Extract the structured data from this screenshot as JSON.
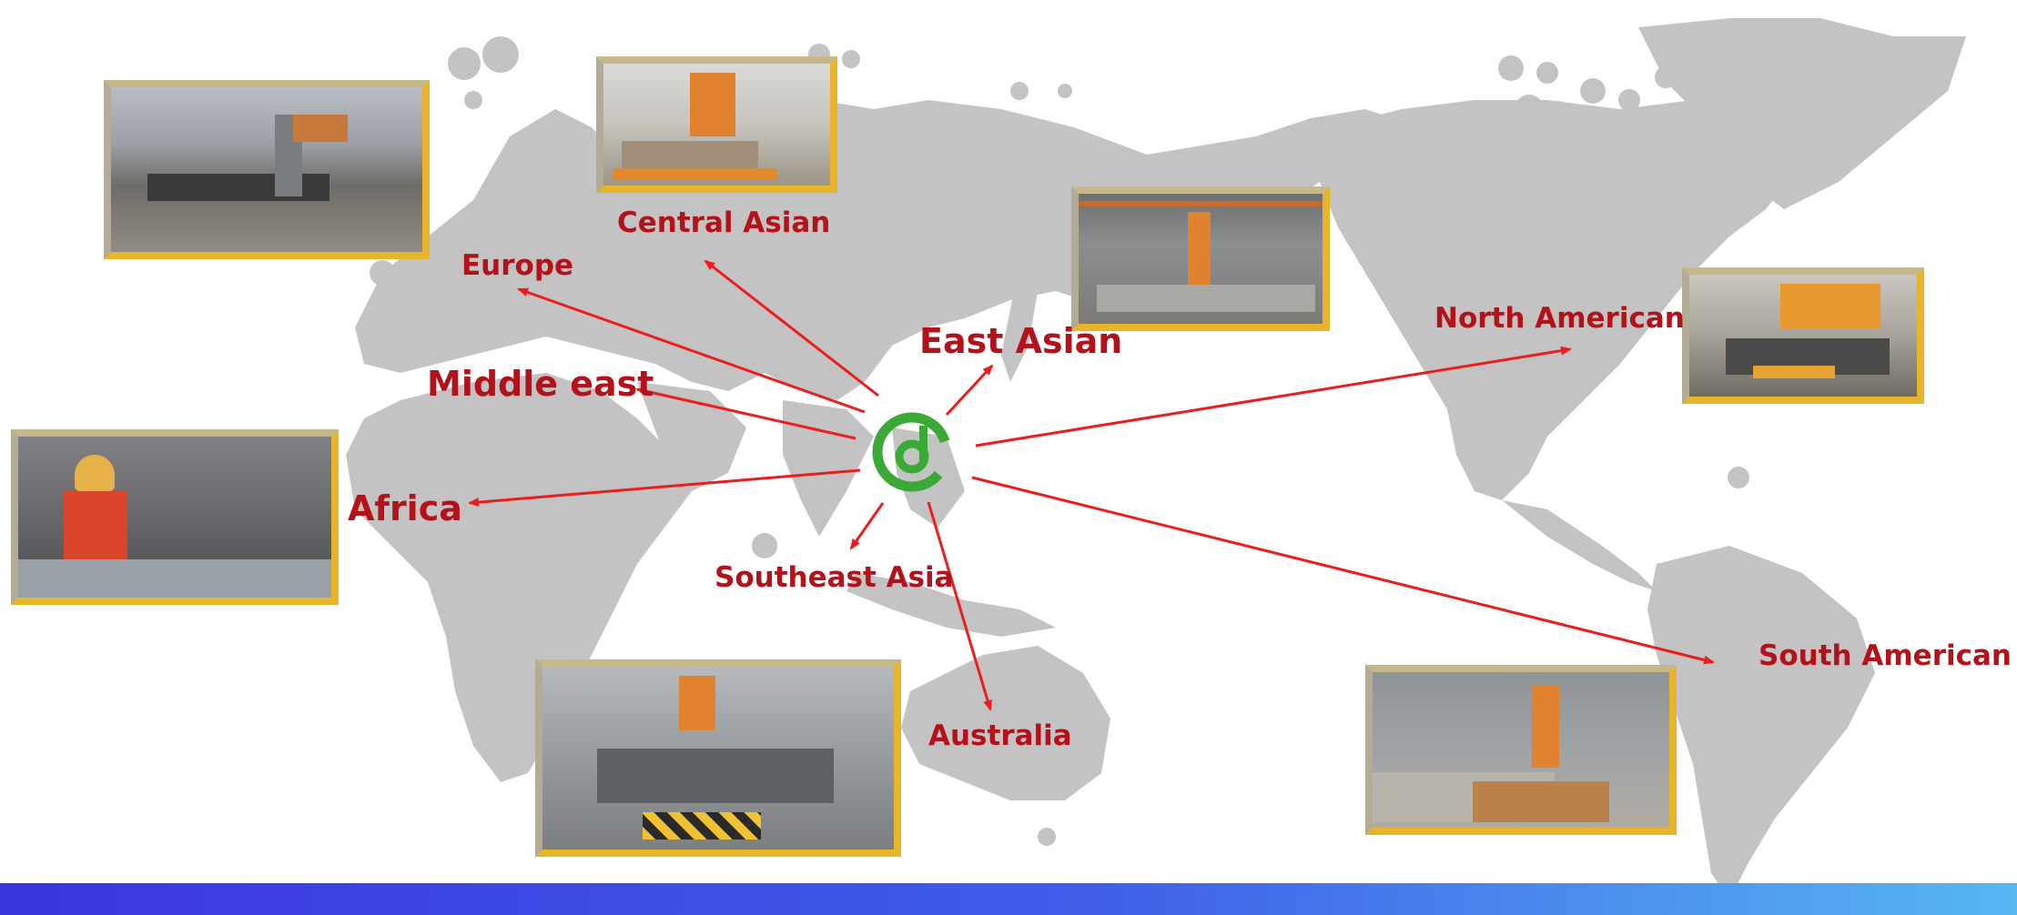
{
  "map": {
    "land_color": "#c3c3c3",
    "arrow_color": "#ee1c1c",
    "label_color": "#b3121a"
  },
  "logo": {
    "name": "company-logo-icon",
    "color": "#3aa935"
  },
  "regions": [
    {
      "key": "central-asian",
      "label": "Central Asian"
    },
    {
      "key": "europe",
      "label": "Europe"
    },
    {
      "key": "middle-east",
      "label": "Middle east"
    },
    {
      "key": "africa",
      "label": "Africa"
    },
    {
      "key": "east-asian",
      "label": "East Asian"
    },
    {
      "key": "southeast-asia",
      "label": "Southeast Asia"
    },
    {
      "key": "australia",
      "label": "Australia"
    },
    {
      "key": "north-american",
      "label": "North American"
    },
    {
      "key": "south-american",
      "label": "South American"
    }
  ],
  "photos": [
    {
      "key": "europe-quarry",
      "subject": "stone-cutting-machine-outdoor"
    },
    {
      "key": "central-asian-factory",
      "subject": "orange-bridge-saw"
    },
    {
      "key": "east-asian-workshop",
      "subject": "factory-production-line"
    },
    {
      "key": "africa-worker",
      "subject": "worker-with-hard-hat"
    },
    {
      "key": "southeast-asia-workshop",
      "subject": "machine-parts-yard"
    },
    {
      "key": "north-american-plant",
      "subject": "orange-gantry-saw"
    },
    {
      "key": "south-american-plant",
      "subject": "granite-slab-cutting"
    }
  ],
  "footer": {
    "gradient_start": "#3b35e0",
    "gradient_end": "#56b7f2"
  }
}
